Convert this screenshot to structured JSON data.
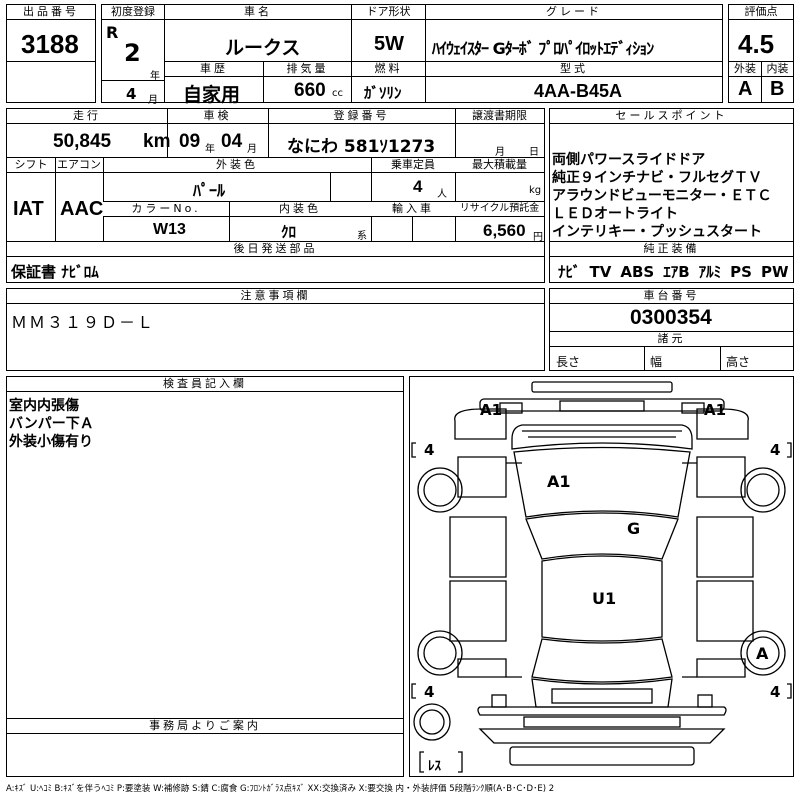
{
  "header": {
    "lot_no": {
      "label": "出品番号",
      "value": "3188"
    },
    "first_reg": {
      "label": "初度登録",
      "era": "R",
      "year": "2",
      "year_unit": "年",
      "month": "4",
      "month_unit": "月"
    },
    "car_name": {
      "label": "車名",
      "value": "ルークス"
    },
    "door": {
      "label": "ドア形状",
      "value": "5W"
    },
    "grade": {
      "label": "グレード",
      "value": "ﾊｲｳｪｲｽﾀｰ Gﾀｰﾎﾞ ﾌﾟﾛﾊﾟｲﾛｯﾄｴﾃﾞｨｼｮﾝ"
    },
    "score": {
      "label": "評価点",
      "value": "4.5"
    },
    "history": {
      "label": "車歴",
      "value": "自家用"
    },
    "displacement": {
      "label": "排気量",
      "value": "660",
      "unit": "cc"
    },
    "fuel": {
      "label": "燃料",
      "value": "ｶﾞｿﾘﾝ"
    },
    "model": {
      "label": "型式",
      "value": "4AA-B45A"
    },
    "exterior_grade": {
      "label": "外装",
      "value": "A"
    },
    "interior_grade": {
      "label": "内装",
      "value": "B"
    }
  },
  "row2": {
    "mileage": {
      "label": "走行",
      "value": "50,845",
      "unit": "km"
    },
    "inspection": {
      "label": "車検",
      "year": "09",
      "year_unit": "年",
      "month": "04",
      "month_unit": "月"
    },
    "plate": {
      "label": "登録番号",
      "value": "なにわ 581ｿ1273"
    },
    "transfer": {
      "label": "譲渡書期限",
      "month_unit": "月",
      "day_unit": "日"
    },
    "shift": {
      "label": "シフト",
      "value": "IAT"
    },
    "ac": {
      "label": "エアコン",
      "value": "AAC"
    },
    "exterior_color": {
      "label": "外装色",
      "value": "ﾊﾟｰﾙ"
    },
    "capacity": {
      "label": "乗車定員",
      "value": "4",
      "unit": "人"
    },
    "max_load": {
      "label": "最大積載量",
      "unit": "kg"
    },
    "color_no": {
      "label": "カラーNo.",
      "value": "W13"
    },
    "interior_color": {
      "label": "内装色",
      "value": "ｸﾛ",
      "unit": "系"
    },
    "import": {
      "label": "輸入車"
    },
    "recycle": {
      "label": "リサイクル預託金",
      "value": "6,560",
      "unit": "円"
    }
  },
  "sales_points": {
    "label": "セールスポイント",
    "lines": [
      "両側パワースライドドア",
      "純正９インチナビ・フルセグＴＶ",
      "アラウンドビューモニター・ＥＴＣ",
      "ＬＥＤオートライト",
      "インテリキー・プッシュスタート"
    ]
  },
  "later_parts": {
    "label": "後日発送部品",
    "value": "保証書 ﾅﾋﾞﾛﾑ"
  },
  "equipment": {
    "label": "純正装備",
    "items": [
      "ﾅﾋﾞ",
      "TV",
      "ABS",
      "ｴｱB",
      "ｱﾙﾐ",
      "PS",
      "PW"
    ]
  },
  "caution": {
    "label": "注意事項欄",
    "value": "ＭＭ３１９Ｄ－Ｌ"
  },
  "chassis": {
    "label": "車台番号",
    "value": "0300354"
  },
  "dimensions": {
    "label": "諸元",
    "length": "長さ",
    "width": "幅",
    "height": "高さ"
  },
  "inspector": {
    "label": "検査員記入欄",
    "lines": [
      "室内内張傷",
      "バンパー下Ａ",
      "外装小傷有り"
    ]
  },
  "office": {
    "label": "事務局よりご案内"
  },
  "diagram": {
    "marks": {
      "front_left": "A1",
      "front_right": "A1",
      "hood": "A1",
      "windshield": "G",
      "roof": "U1",
      "rear_right_wheel": "A"
    },
    "tires": {
      "front_left": "4",
      "front_right": "4",
      "rear_left": "4",
      "rear_right": "4",
      "spare": "ﾚｽ"
    }
  },
  "legend": "A:ｷｽﾞ U:ﾍｺﾐ B:ｷｽﾞを伴うﾍｺﾐ P:要塗装 W:補修跡 S:錆 C:腐食 G:ﾌﾛﾝﾄｶﾞﾗｽ点ｷｽﾞ XX:交換済み X:要交換 内・外装評価 5段階ﾗﾝｸ順(A･B･C･D･E) 2"
}
